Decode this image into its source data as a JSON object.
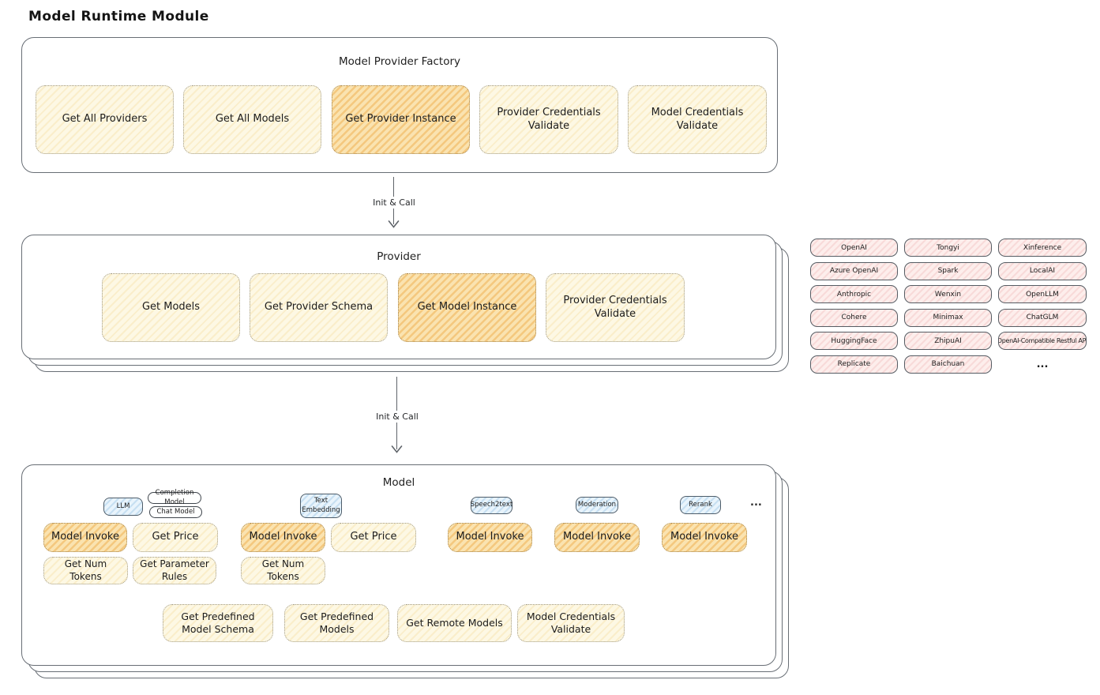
{
  "page": {
    "title": "Model Runtime Module"
  },
  "factory": {
    "title": "Model Provider Factory",
    "buttons": [
      "Get All Providers",
      "Get All Models",
      "Get Provider Instance",
      "Provider Credentials Validate",
      "Model Credentials Validate"
    ]
  },
  "arrow1": {
    "label": "Init & Call"
  },
  "arrow2": {
    "label": "Init & Call"
  },
  "provider": {
    "title": "Provider",
    "buttons": [
      "Get Models",
      "Get Provider Schema",
      "Get Model Instance",
      "Provider Credentials Validate"
    ]
  },
  "providers_grid": {
    "items": [
      "OpenAI",
      "Tongyi",
      "Xinference",
      "Azure OpenAI",
      "Spark",
      "LocalAI",
      "Anthropic",
      "Wenxin",
      "OpenLLM",
      "Cohere",
      "Minimax",
      "ChatGLM",
      "HuggingFace",
      "ZhipuAI",
      "OpenAI-Compatible Restful API",
      "Replicate",
      "Baichuan"
    ],
    "more": "..."
  },
  "model": {
    "title": "Model",
    "tabs": {
      "llm": "LLM",
      "completion": "Completion Model",
      "chat": "Chat Model",
      "text_embedding": "Text Embedding",
      "speech2text": "Speech2text",
      "moderation": "Moderation",
      "rerank": "Rerank",
      "more": "..."
    },
    "buttons": {
      "model_invoke": "Model Invoke",
      "get_price": "Get Price",
      "get_num_tokens": "Get Num Tokens",
      "get_parameter_rules": "Get Parameter Rules",
      "get_predefined_model_schema": "Get Predefined Model Schema",
      "get_predefined_models": "Get Predefined Models",
      "get_remote_models": "Get Remote Models",
      "model_credentials_validate": "Model Credentials Validate"
    }
  },
  "colors": {
    "node_yellow": "#fdf8e4",
    "node_orange_highlight": "#fae3b0",
    "tab_blue": "#e9f4fc",
    "provider_pink": "#fdeeec",
    "stroke": "#5f646a",
    "text": "#1e1e1e"
  }
}
